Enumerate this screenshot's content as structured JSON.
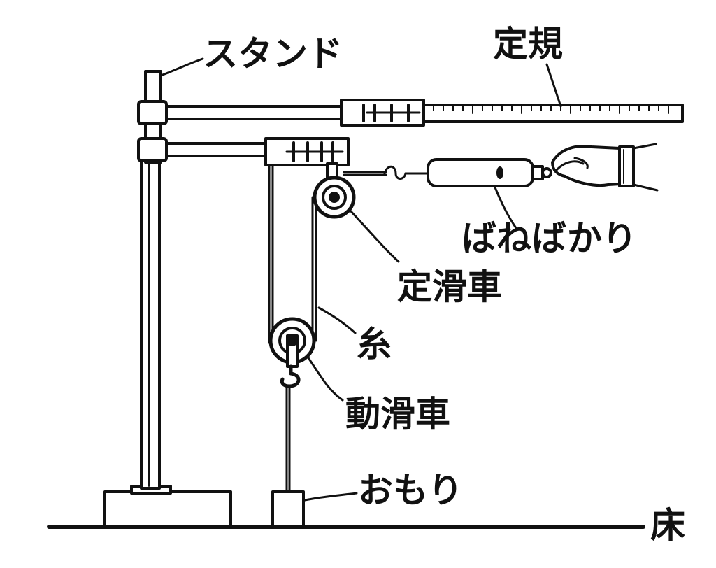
{
  "labels": {
    "stand": "スタンド",
    "ruler": "定規",
    "spring_scale": "ばねばかり",
    "fixed_pulley": "定滑車",
    "string": "糸",
    "movable_pulley": "動滑車",
    "weight": "おもり",
    "floor": "床"
  },
  "colors": {
    "line": "#111111",
    "background": "#ffffff"
  }
}
